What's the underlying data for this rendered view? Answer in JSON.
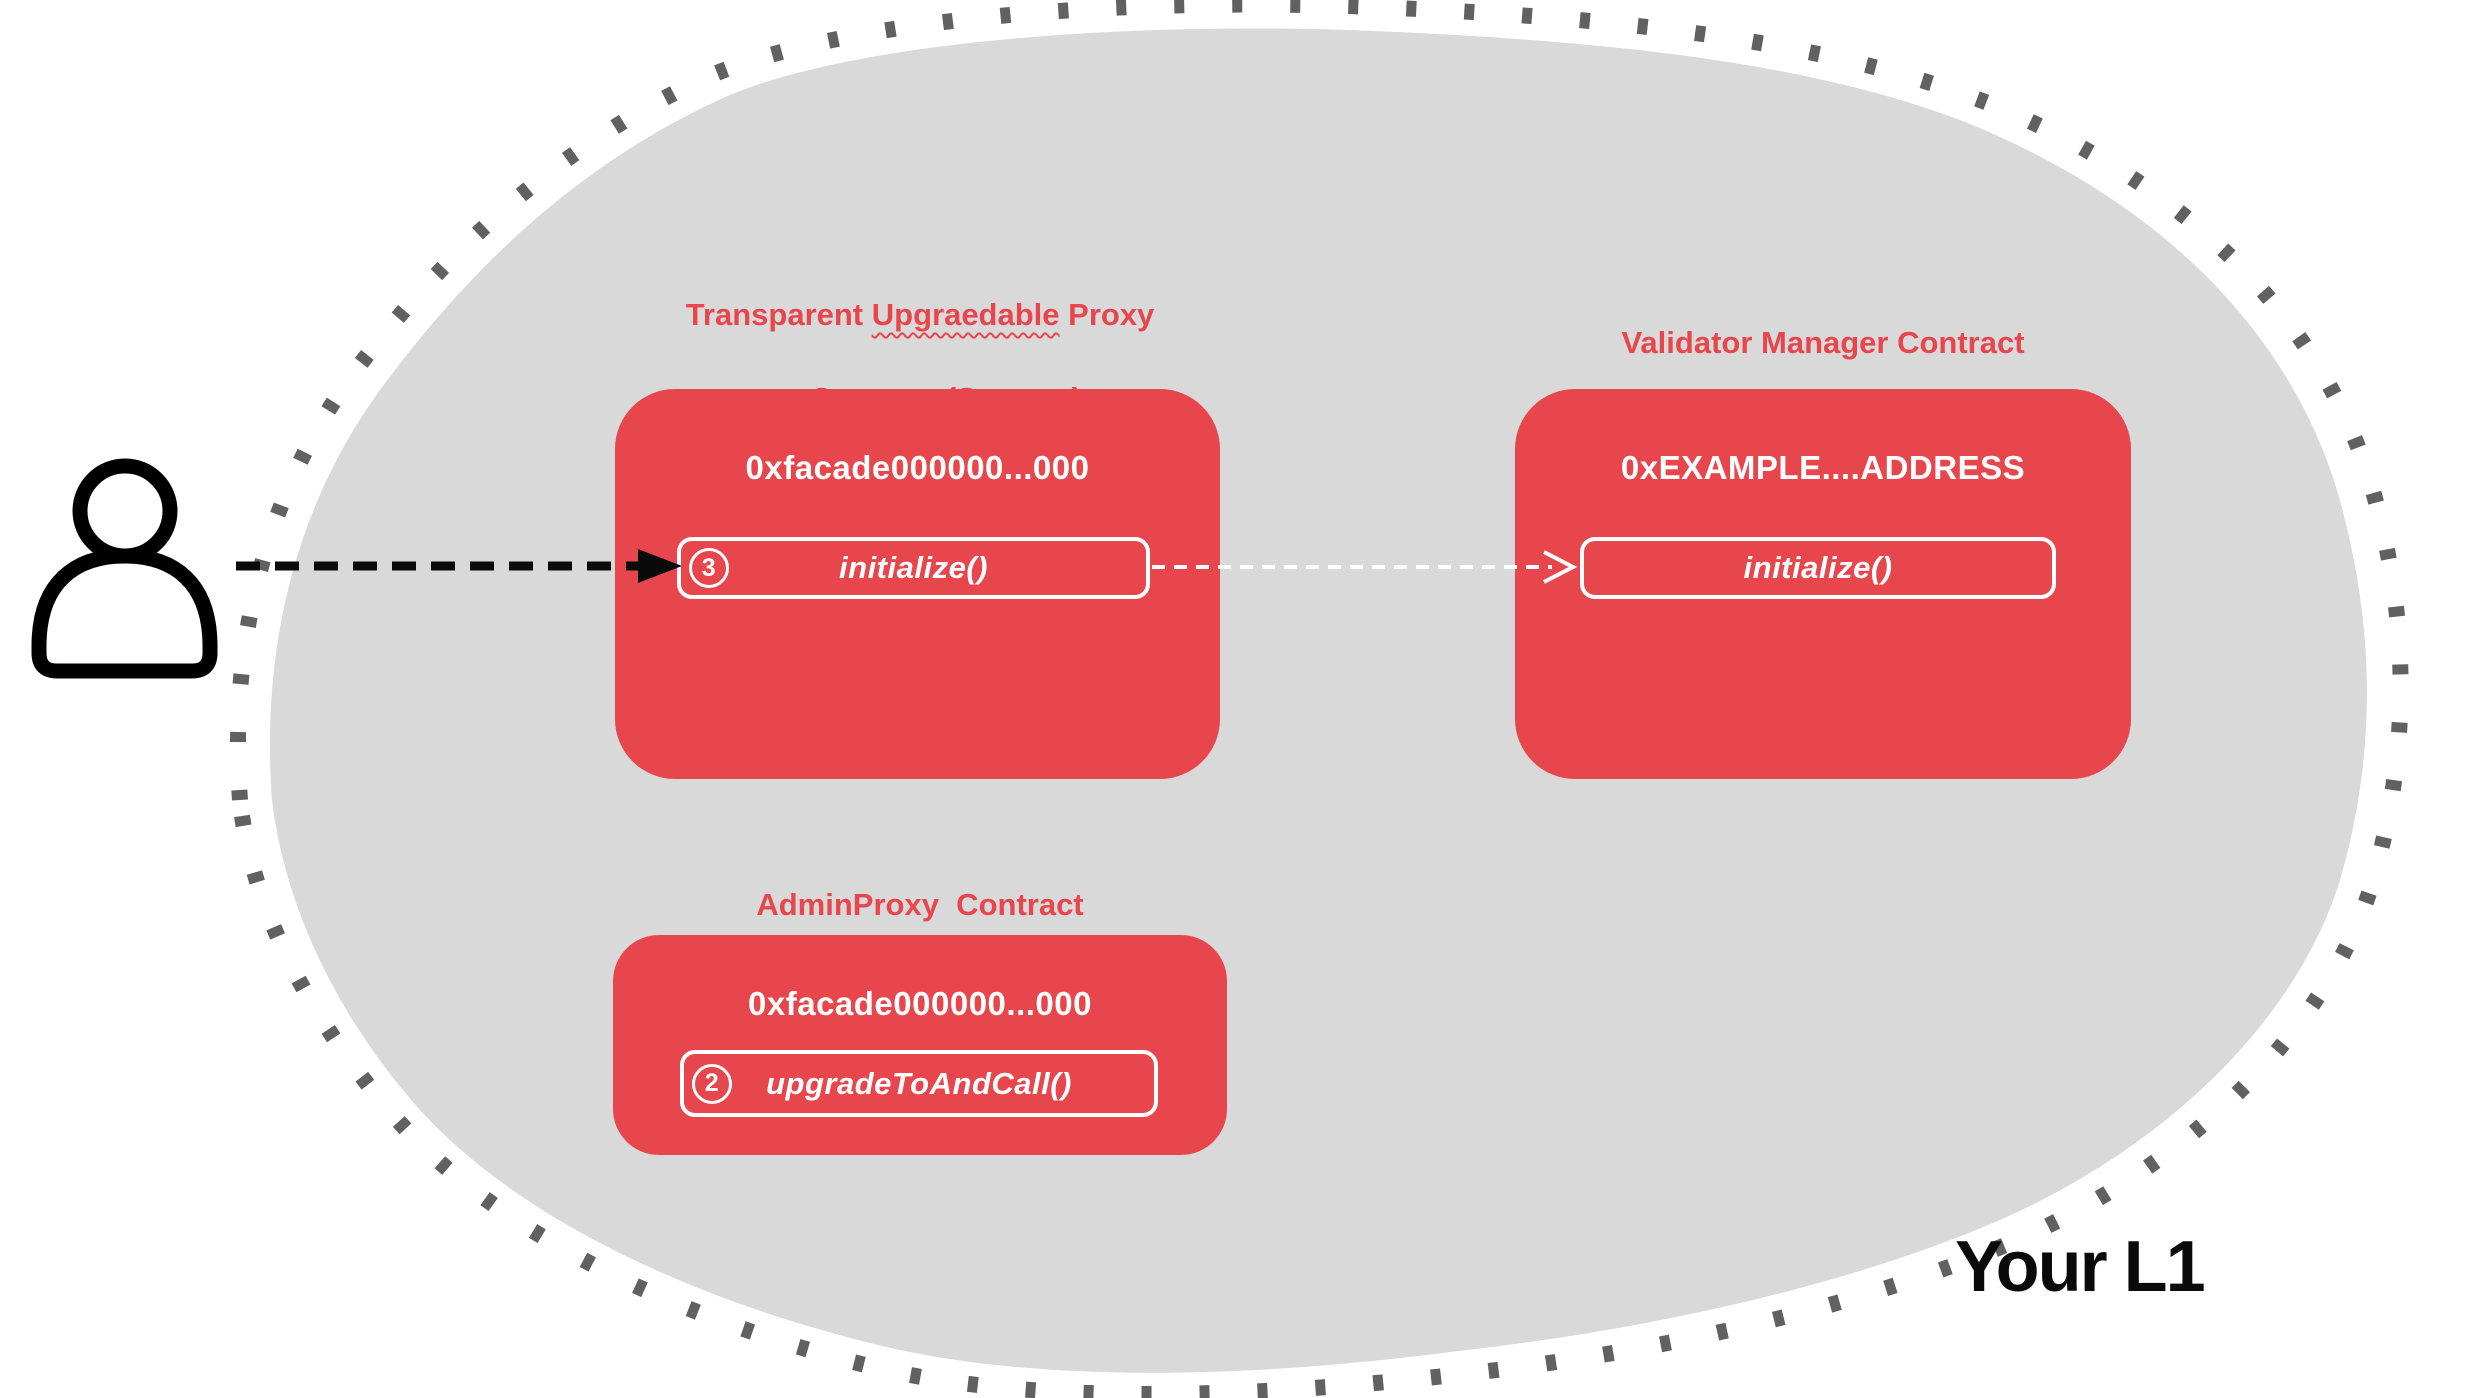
{
  "colors": {
    "red": "#e8464d",
    "blob": "#d9d9d9",
    "dots": "#616161",
    "ink": "#0a0a0a"
  },
  "region": {
    "label": "Your L1"
  },
  "contracts": {
    "proxy": {
      "title_line1_pre": "Transparent ",
      "title_line1_misspelled": "Upgraedable",
      "title_line1_post": " Proxy",
      "title_line2": "Contract (Storage)",
      "address": "0xfacade000000...000",
      "step_number": "3",
      "method_label": "initialize()"
    },
    "validator": {
      "title": "Validator Manager Contract",
      "address": "0xEXAMPLE....ADDRESS",
      "method_label": "initialize()"
    },
    "admin": {
      "title": "AdminProxy  Contract",
      "address": "0xfacade000000...000",
      "step_number": "2",
      "method_label": "upgradeToAndCall()"
    }
  }
}
